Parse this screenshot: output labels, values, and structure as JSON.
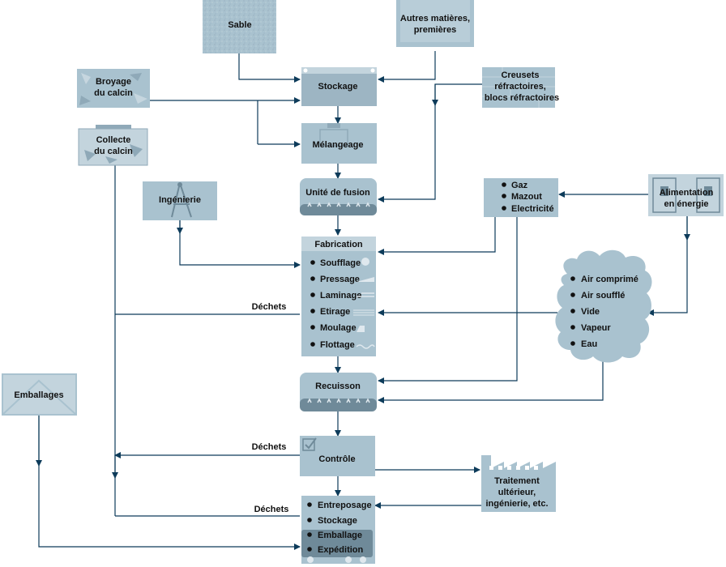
{
  "nodes": {
    "sable": "Sable",
    "autres": [
      "Autres matières,",
      "premières"
    ],
    "broyage": [
      "Broyage",
      "du calcin"
    ],
    "stockage": "Stockage",
    "creusets": [
      "Creusets",
      "réfractoires,",
      "blocs réfractoires"
    ],
    "collecte": [
      "Collecte",
      "du calcin"
    ],
    "melangeage": "Mélangeage",
    "ingenierie": "Ingénierie",
    "fusion": "Unité de fusion",
    "energie_types": [
      "Gaz",
      "Mazout",
      "Electricité"
    ],
    "alimentation": [
      "Alimentation",
      "en énergie"
    ],
    "fabrication_title": "Fabrication",
    "fabrication_items": [
      "Soufflage",
      "Pressage",
      "Laminage",
      "Etirage",
      "Moulage",
      "Flottage"
    ],
    "utilities": [
      "Air comprimé",
      "Air soufflé",
      "Vide",
      "Vapeur",
      "Eau"
    ],
    "emballages": "Emballages",
    "recuisson": "Recuisson",
    "controle": "Contrôle",
    "traitement": [
      "Traitement",
      "ultérieur,",
      "ingénierie, etc."
    ],
    "final_items": [
      "Entreposage",
      "Stockage",
      "Emballage",
      "Expédition"
    ]
  },
  "edge_labels": {
    "dechets_fabrication": "Déchets",
    "dechets_controle": "Déchets",
    "dechets_final": "Déchets"
  }
}
